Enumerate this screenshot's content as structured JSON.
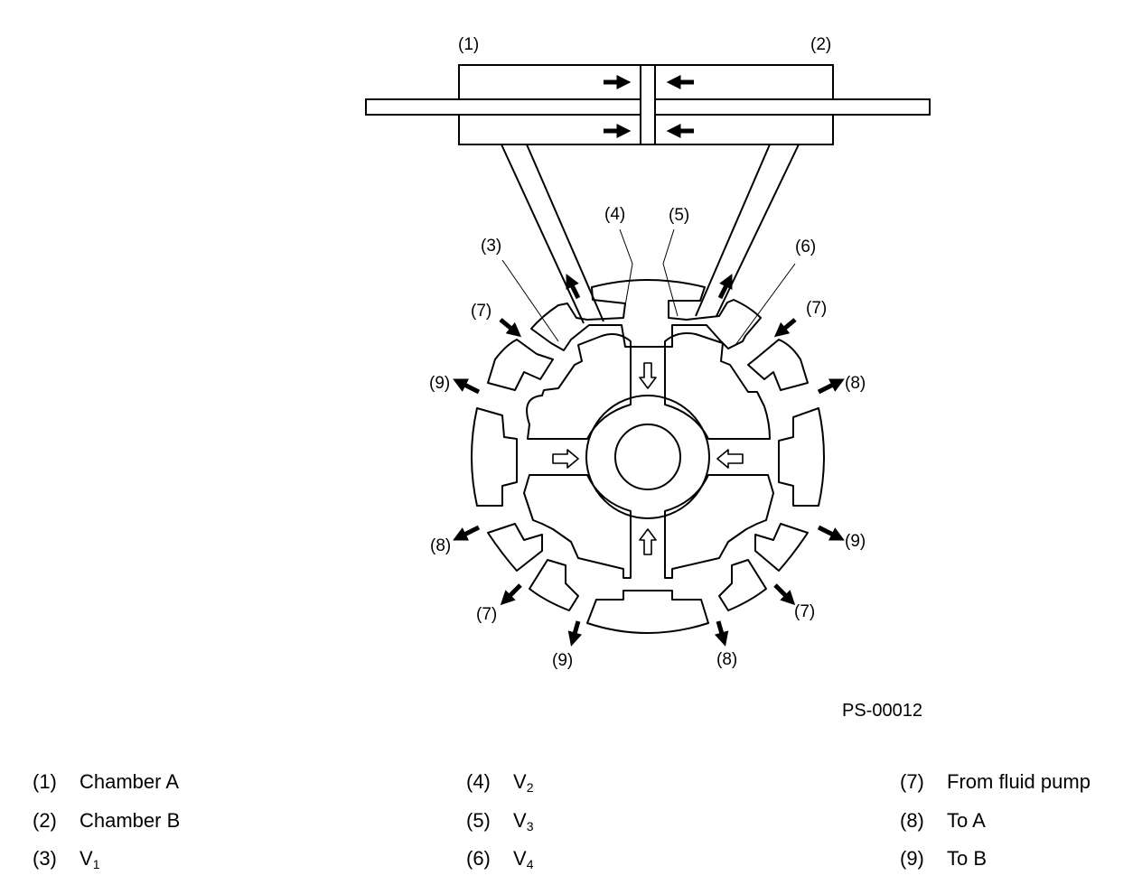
{
  "diagram_code": "PS-00012",
  "callouts": {
    "c1": "(1)",
    "c2": "(2)",
    "c3": "(3)",
    "c4": "(4)",
    "c5": "(5)",
    "c6": "(6)",
    "c7": "(7)",
    "c8": "(8)",
    "c9": "(9)"
  },
  "legend": [
    {
      "num": "(1)",
      "label": "Chamber A",
      "sub": ""
    },
    {
      "num": "(2)",
      "label": "Chamber B",
      "sub": ""
    },
    {
      "num": "(3)",
      "label": "V",
      "sub": "1"
    },
    {
      "num": "(4)",
      "label": "V",
      "sub": "2"
    },
    {
      "num": "(5)",
      "label": "V",
      "sub": "3"
    },
    {
      "num": "(6)",
      "label": "V",
      "sub": "4"
    },
    {
      "num": "(7)",
      "label": "From fluid pump",
      "sub": ""
    },
    {
      "num": "(8)",
      "label": "To A",
      "sub": ""
    },
    {
      "num": "(9)",
      "label": "To B",
      "sub": ""
    }
  ],
  "colors": {
    "line": "#000000",
    "background": "#ffffff"
  }
}
